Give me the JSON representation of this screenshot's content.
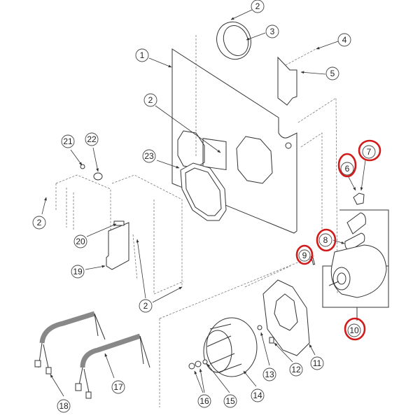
{
  "callouts": [
    {
      "label": "1",
      "highlighted": false
    },
    {
      "label": "2",
      "highlighted": false
    },
    {
      "label": "2",
      "highlighted": false
    },
    {
      "label": "2",
      "highlighted": false
    },
    {
      "label": "2",
      "highlighted": false
    },
    {
      "label": "3",
      "highlighted": false
    },
    {
      "label": "4",
      "highlighted": false
    },
    {
      "label": "5",
      "highlighted": false
    },
    {
      "label": "6",
      "highlighted": true
    },
    {
      "label": "7",
      "highlighted": true
    },
    {
      "label": "8",
      "highlighted": true
    },
    {
      "label": "9",
      "highlighted": true
    },
    {
      "label": "10",
      "highlighted": true
    },
    {
      "label": "11",
      "highlighted": false
    },
    {
      "label": "12",
      "highlighted": false
    },
    {
      "label": "13",
      "highlighted": false
    },
    {
      "label": "14",
      "highlighted": false
    },
    {
      "label": "15",
      "highlighted": false
    },
    {
      "label": "16",
      "highlighted": false
    },
    {
      "label": "17",
      "highlighted": false
    },
    {
      "label": "18",
      "highlighted": false
    },
    {
      "label": "19",
      "highlighted": false
    },
    {
      "label": "20",
      "highlighted": false
    },
    {
      "label": "21",
      "highlighted": false
    },
    {
      "label": "22",
      "highlighted": false
    },
    {
      "label": "23",
      "highlighted": false
    }
  ],
  "colors": {
    "highlight": "#d11a1a",
    "line": "#333333",
    "background": "#ffffff"
  }
}
